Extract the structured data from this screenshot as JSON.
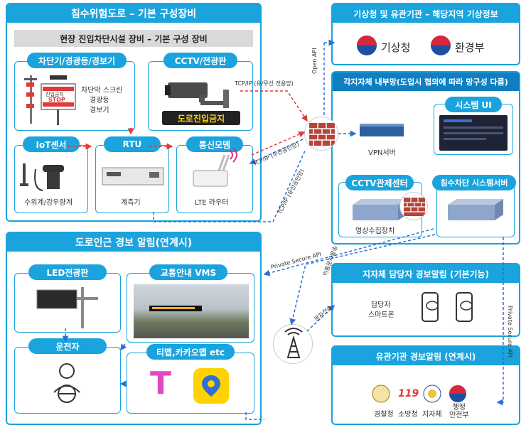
{
  "field": {
    "title": "침수위험도로 – 기본 구성장비",
    "band": "현장 진입차단시설 장비 – 기본 구성 장비",
    "barrier": {
      "label": "차단기/경광등/경보기",
      "desc": [
        "차단막 스크린",
        "경광등",
        "경보기"
      ],
      "sign": [
        "진입금지",
        "STOP"
      ]
    },
    "cctv": {
      "label": "CCTV/전광판",
      "sign": "도로진입금지"
    },
    "iot": {
      "label": "IoT센서",
      "caption": "수위계/강우량계"
    },
    "rtu": {
      "label": "RTU",
      "caption": "계측기"
    },
    "modem": {
      "label": "통신모뎀",
      "caption": "LTE 라우터"
    }
  },
  "weather": {
    "title": "기상청 및 유관기관 – 해당지역 기상정보",
    "kma": "기상청",
    "env": "환경부",
    "api": "Open API"
  },
  "local": {
    "title": "각지자체 내부망(도입시 협의에 따라 망구성 다름)",
    "vpn": "VPN서버",
    "system_ui": "시스템 UI",
    "cctv_center": "CCTV관제센터",
    "video_device": "영상수집장치",
    "flood_server": "침수차단 시스템서버"
  },
  "links": {
    "tcp1": "TCP/IP (유/무선 전용망)",
    "tcp2": "TCP/IP (무선공인망)",
    "tcp3": "TCP/IP (유선공인망)",
    "private_api": "Private Secure API",
    "private_api2": "Private Secure API",
    "sms_send": "이통문자발송",
    "sms_tx": "문자전송"
  },
  "road": {
    "title": "도로인근 경보 알림(연계시)",
    "led": "LED전광판",
    "vms": "교통안내 VMS",
    "driver": "운전자",
    "apps": "티맵,카카오맵 etc",
    "tmap": "T"
  },
  "officer": {
    "title": "지자체 담당자 경보알림 (기본기능)",
    "person": [
      "담당자",
      "스마트폰"
    ]
  },
  "agency": {
    "title": "유관기관 경보알림 (연계시)",
    "items": [
      "경찰청",
      "소방청",
      "지자체",
      "행정\n안전부"
    ],
    "fire_logo": "119"
  },
  "colors": {
    "primary": "#1aa3dc",
    "red": "#e03a3a",
    "blue_dash": "#2b6fd6"
  }
}
